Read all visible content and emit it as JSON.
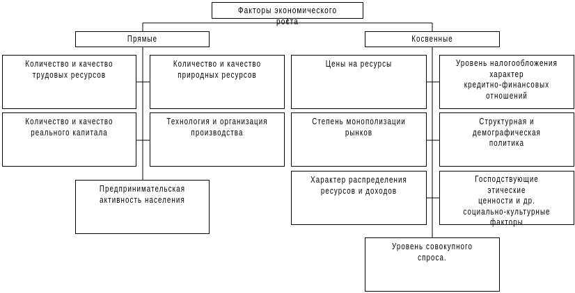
{
  "root": "Факторы экономического роста",
  "groups": {
    "direct": {
      "label": "Прямые",
      "items": [
        "Количество и качество\nтрудовых ресурсов",
        "Количество и качество\nприродных ресурсов",
        "Количество и качество\nреального капитала",
        "Технология и организация\nпроизводства",
        "Предпринимательская\nактивность населения"
      ]
    },
    "indirect": {
      "label": "Косвенные",
      "items": [
        "Цены на ресурсы",
        "Уровень налогообложения\nхарактер\nкредитно-финансовых\nотношений",
        "Степень монополизации\nрынков",
        "Структурная и\nдемографическая\nполитика",
        "Характер распределения\nресурсов и доходов",
        "Господствующие этические\nценности и др.\nсоциально-культурные\nфакторы",
        "Уровень совокупного\nспроса."
      ]
    }
  },
  "colors": {
    "line": "#000000",
    "background": "#ffffff"
  }
}
